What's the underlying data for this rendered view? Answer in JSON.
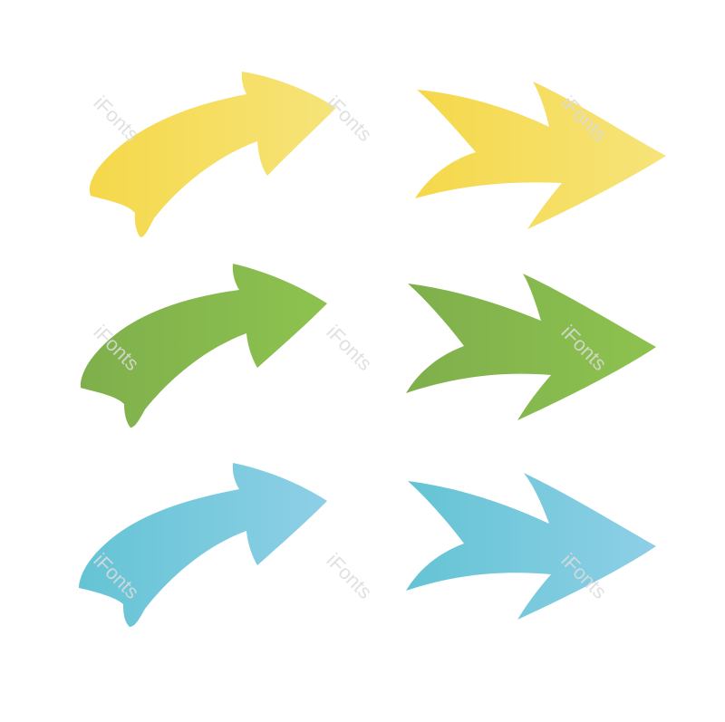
{
  "watermark_text": "iFonts",
  "rows": [
    {
      "name": "yellow",
      "color_start": "#F5D84A",
      "color_end": "#F6E47A"
    },
    {
      "name": "green",
      "color_start": "#7FAF4C",
      "color_end": "#8DC24F"
    },
    {
      "name": "blue",
      "color_start": "#64C4D4",
      "color_end": "#8ECFE6"
    }
  ],
  "arrows": [
    {
      "row": "yellow",
      "kind": "curved-arrow-icon"
    },
    {
      "row": "yellow",
      "kind": "straight-arrow-icon"
    },
    {
      "row": "green",
      "kind": "curved-arrow-icon"
    },
    {
      "row": "green",
      "kind": "straight-arrow-icon"
    },
    {
      "row": "blue",
      "kind": "curved-arrow-icon"
    },
    {
      "row": "blue",
      "kind": "straight-arrow-icon"
    }
  ]
}
